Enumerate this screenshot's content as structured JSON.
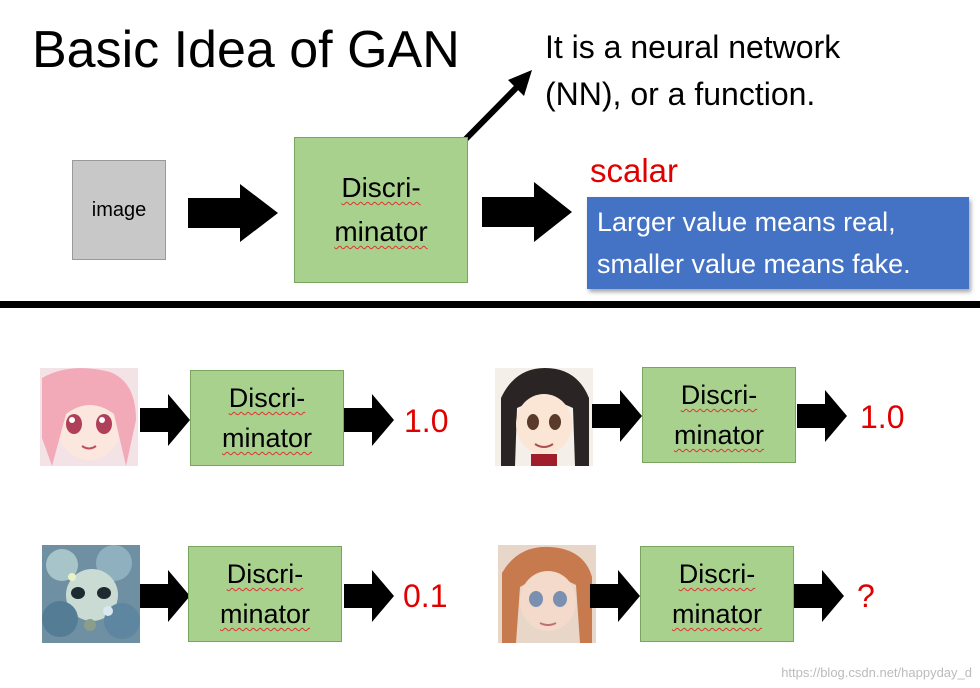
{
  "title": "Basic Idea of GAN",
  "nn_note": {
    "line1": "It is a neural network",
    "line2": "(NN), or a function."
  },
  "top_row": {
    "input_label": "image",
    "discriminator": {
      "line1": "Discri-",
      "line2": "minator"
    },
    "output_label": "scalar",
    "callout": {
      "line1": "Larger value means real,",
      "line2": "smaller value means fake."
    }
  },
  "examples": [
    {
      "disc_line1": "Discri-",
      "disc_line2": "minator",
      "score": "1.0"
    },
    {
      "disc_line1": "Discri-",
      "disc_line2": "minator",
      "score": "1.0"
    },
    {
      "disc_line1": "Discri-",
      "disc_line2": "minator",
      "score": "0.1"
    },
    {
      "disc_line1": "Discri-",
      "disc_line2": "minator",
      "score": "?"
    }
  ],
  "watermark": "https://blog.csdn.net/happyday_d",
  "colors": {
    "green_box": "#a9d18e",
    "blue_callout": "#4472c4",
    "score_red": "#e00000"
  }
}
